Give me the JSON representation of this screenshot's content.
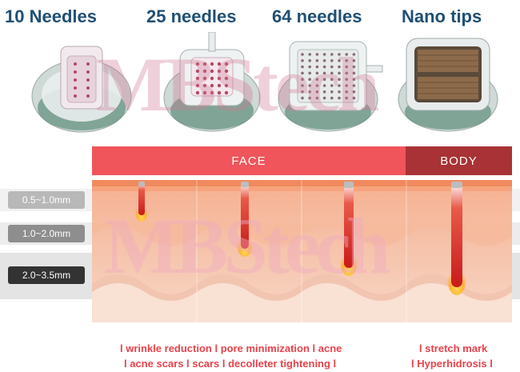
{
  "headers": [
    "10 Needles",
    "25 needles",
    "64 needles",
    "Nano  tips"
  ],
  "chart": {
    "face_label": "FACE",
    "body_label": "BODY"
  },
  "depths": [
    "0.5~1.0mm",
    "1.0~2.0mm",
    "2.0~3.5mm"
  ],
  "face_uses": {
    "line1": "l wrinkle reduction l pore minimization l acne",
    "line2": "l acne scars l scars l decolleter tightening l"
  },
  "body_uses": {
    "line1": "l stretch mark",
    "line2": "l Hyperhidrosis l"
  },
  "colors": {
    "face_bar": "#f0555b",
    "body_bar": "#a83235",
    "header_text": "#1f4f73",
    "use_text": "#e8424a"
  }
}
